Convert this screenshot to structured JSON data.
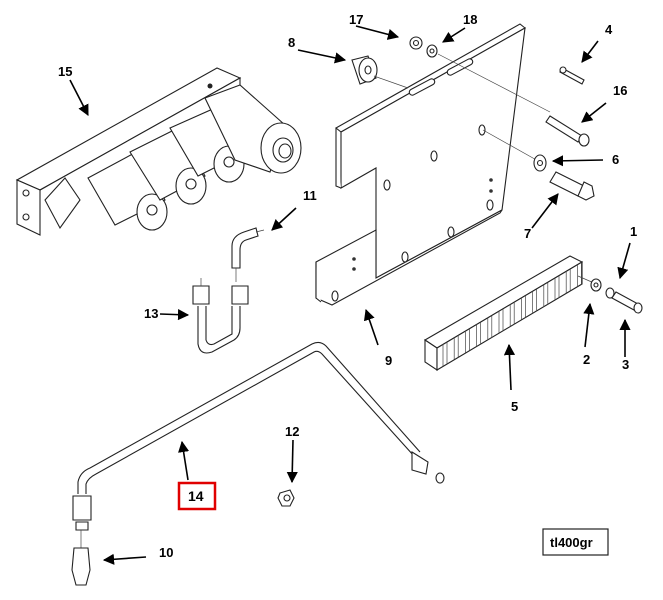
{
  "diagram": {
    "type": "exploded-parts-diagram",
    "drawing_id": "tl400gr",
    "highlighted_callout": "14",
    "highlight_color": "#e00000",
    "callouts": [
      {
        "id": "1",
        "label": "1",
        "part": "screw"
      },
      {
        "id": "2",
        "label": "2",
        "part": "flat-washer"
      },
      {
        "id": "3",
        "label": "3",
        "part": "screw"
      },
      {
        "id": "4",
        "label": "4",
        "part": "pin"
      },
      {
        "id": "5",
        "label": "5",
        "part": "terminal-strip"
      },
      {
        "id": "6",
        "label": "6",
        "part": "washer"
      },
      {
        "id": "7",
        "label": "7",
        "part": "hex-bolt"
      },
      {
        "id": "8",
        "label": "8",
        "part": "spacer"
      },
      {
        "id": "9",
        "label": "9",
        "part": "mounting-plate"
      },
      {
        "id": "10",
        "label": "10",
        "part": "fitting"
      },
      {
        "id": "11",
        "label": "11",
        "part": "elbow-fitting"
      },
      {
        "id": "12",
        "label": "12",
        "part": "nut"
      },
      {
        "id": "13",
        "label": "13",
        "part": "tube-assembly"
      },
      {
        "id": "14",
        "label": "14",
        "part": "tube"
      },
      {
        "id": "15",
        "label": "15",
        "part": "valve-manifold"
      },
      {
        "id": "16",
        "label": "16",
        "part": "screw"
      },
      {
        "id": "17",
        "label": "17",
        "part": "nut"
      },
      {
        "id": "18",
        "label": "18",
        "part": "lock-washer"
      }
    ]
  }
}
